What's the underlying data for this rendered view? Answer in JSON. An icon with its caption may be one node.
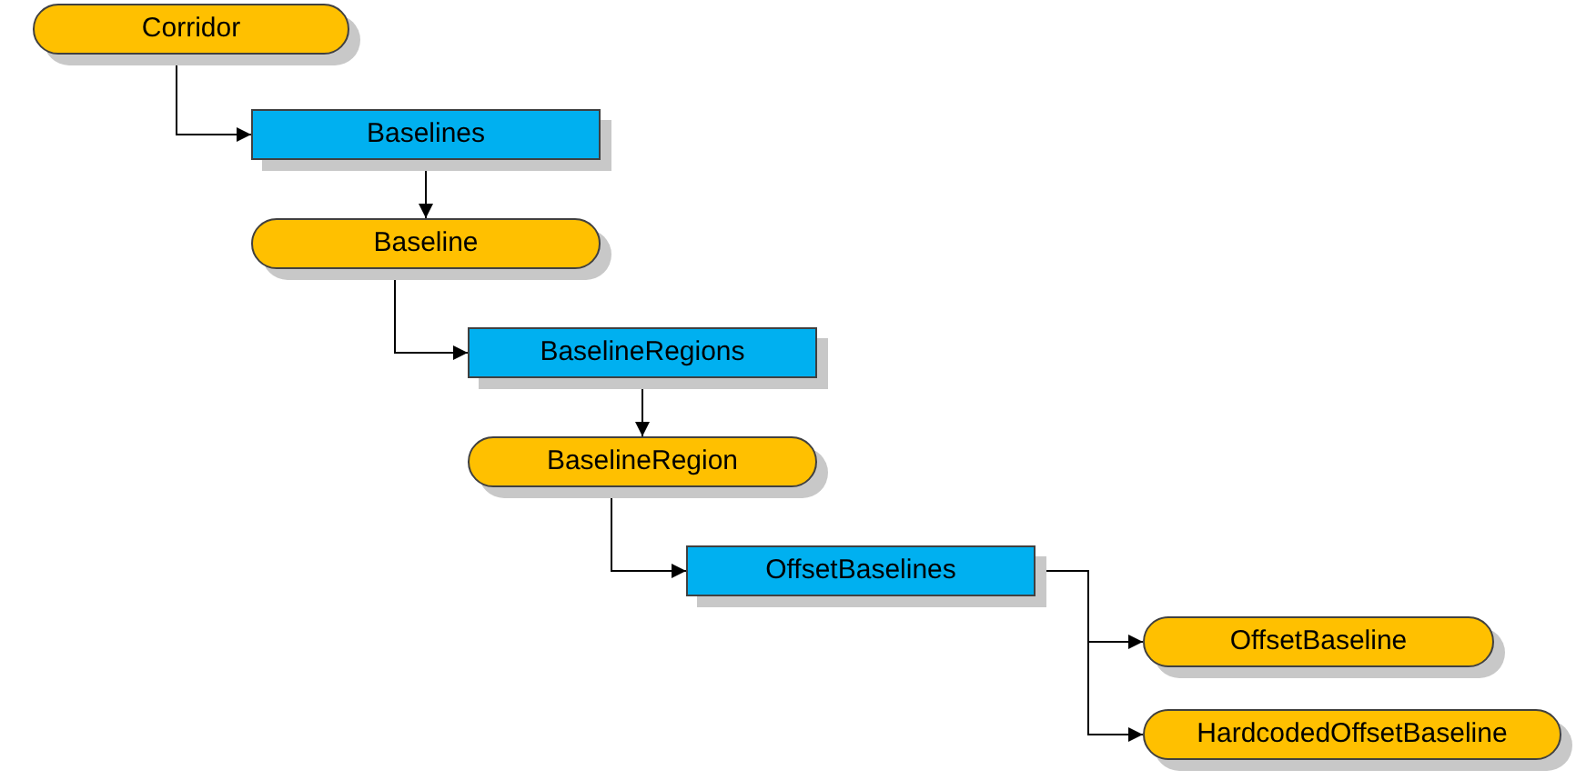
{
  "diagram": {
    "nodes": [
      {
        "text": [
          "Corridor"
        ]
      },
      {
        "text": [
          "Baselines"
        ]
      },
      {
        "text": [
          "Baseline"
        ]
      },
      {
        "text": [
          "BaselineRegions"
        ]
      },
      {
        "text": [
          "BaselineRegion"
        ]
      },
      {
        "text": [
          "OffsetBaselines"
        ]
      },
      {
        "text": [
          "OffsetBaseline"
        ]
      },
      {
        "text": [
          "HardcodedOffsetBaseline"
        ]
      }
    ],
    "edges": [
      {
        "from": 0,
        "to": 1,
        "arrow": "to"
      },
      {
        "from": 1,
        "to": 2,
        "arrow": "to"
      },
      {
        "from": 2,
        "to": 3,
        "arrow": "to"
      },
      {
        "from": 3,
        "to": 4,
        "arrow": "to"
      },
      {
        "from": 4,
        "to": 5,
        "arrow": "to"
      },
      {
        "from": 5,
        "to": 6,
        "arrow": "to"
      },
      {
        "from": 5,
        "to": 7,
        "arrow": "to"
      }
    ]
  }
}
